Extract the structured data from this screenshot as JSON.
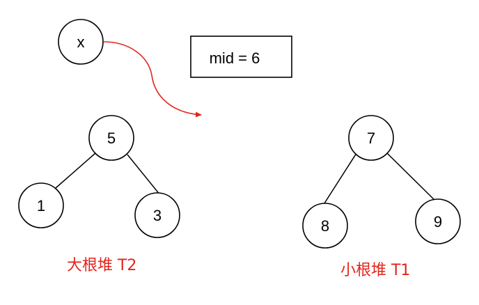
{
  "colors": {
    "label_red": "#e3241b",
    "arrow_red": "#e3241b",
    "stroke": "#000000"
  },
  "inserted_node": {
    "label": "x"
  },
  "mid_box": {
    "text": "mid = 6"
  },
  "max_heap": {
    "root": "5",
    "left": "1",
    "right": "3",
    "caption": "大根堆 T2"
  },
  "min_heap": {
    "root": "7",
    "left": "8",
    "right": "9",
    "caption": "小根堆 T1"
  }
}
